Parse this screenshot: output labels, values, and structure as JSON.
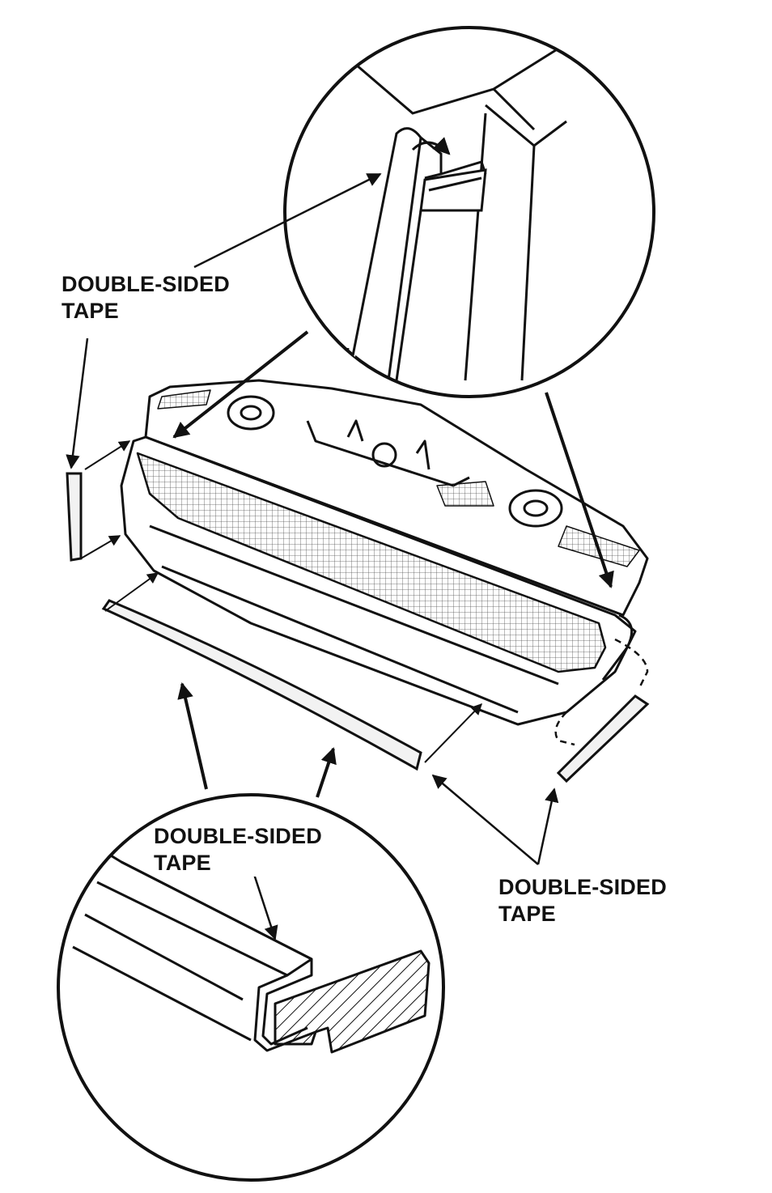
{
  "labels": {
    "top_left": {
      "line1": "DOUBLE-SIDED",
      "line2": "TAPE"
    },
    "bottom_circle": {
      "line1": "DOUBLE-SIDED",
      "line2": "TAPE"
    },
    "bottom_right": {
      "line1": "DOUBLE-SIDED",
      "line2": "TAPE"
    }
  },
  "colors": {
    "line": "#111111",
    "background": "#ffffff",
    "tape": "#f2f2f2",
    "lens_hatch": "#555555"
  }
}
